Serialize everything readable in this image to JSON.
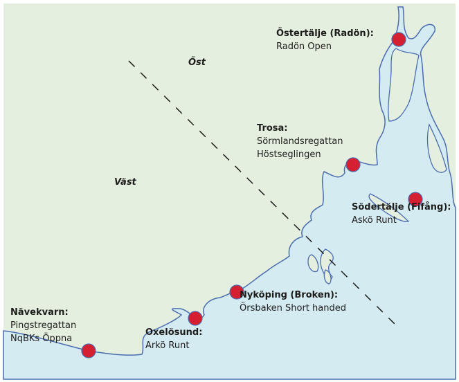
{
  "colors": {
    "land": "#e4efdf",
    "water": "#d5ebf2",
    "coast": "#4a6cb0",
    "marker": "#d42030"
  },
  "regions": {
    "east": "Öst",
    "west": "Väst"
  },
  "locations": [
    {
      "name": "Östertälje (Radön):",
      "events": [
        "Radön Open"
      ]
    },
    {
      "name": "Trosa:",
      "events": [
        "Sörmlandsregattan",
        "Höstseglingen"
      ]
    },
    {
      "name": "Södertälje (Fifång):",
      "events": [
        "Askö Runt"
      ]
    },
    {
      "name": "Nyköping (Broken):",
      "events": [
        "Örsbaken Short handed"
      ]
    },
    {
      "name": "Oxelösund:",
      "events": [
        "Arkö Runt"
      ]
    },
    {
      "name": "Nävekvarn:",
      "events": [
        "Pingstregattan",
        "NqBKs Öppna"
      ]
    }
  ]
}
